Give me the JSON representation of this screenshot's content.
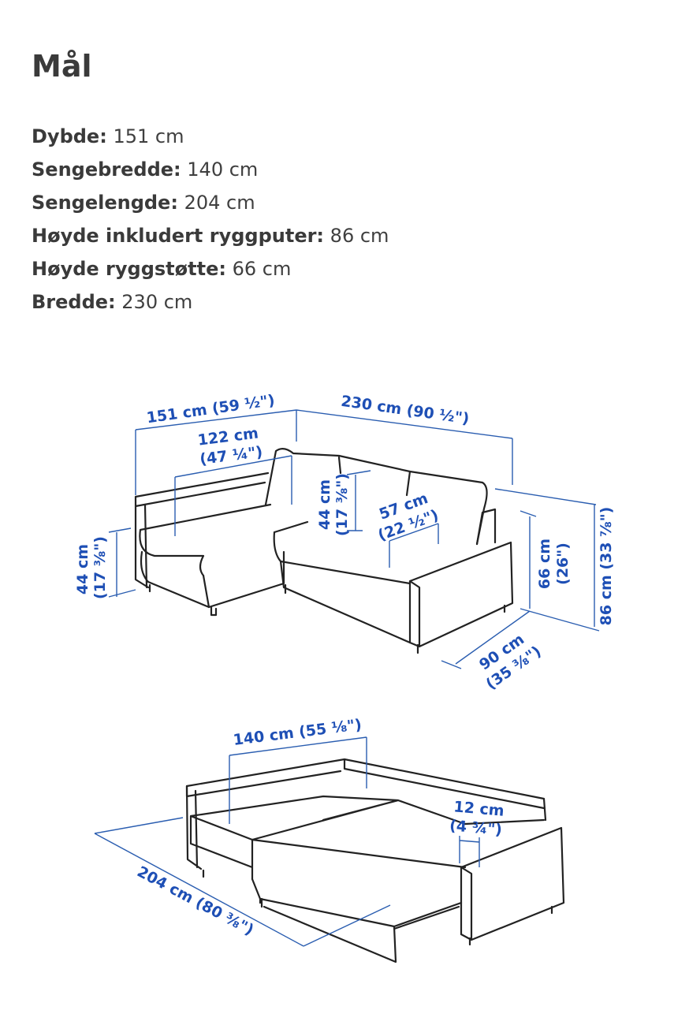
{
  "page": {
    "title": "Mål",
    "specs": [
      {
        "label": "Dybde:",
        "value": "151 cm"
      },
      {
        "label": "Sengebredde:",
        "value": "140 cm"
      },
      {
        "label": "Sengelengde:",
        "value": "204 cm"
      },
      {
        "label": "Høyde inkludert ryggputer:",
        "value": "86 cm"
      },
      {
        "label": "Høyde ryggstøtte:",
        "value": "66 cm"
      },
      {
        "label": "Bredde:",
        "value": "230 cm"
      }
    ]
  },
  "diagram": {
    "dimension_color": "#1e4fb5",
    "sofa": {
      "depth": "151 cm (59 ½\")",
      "width": "230 cm (90 ½\")",
      "chaise_seat_cm": "122 cm",
      "chaise_seat_in": "(47 ¼\")",
      "back_height_cm": "44 cm",
      "back_height_in": "(17 ⅜\")",
      "seat_depth_cm": "57 cm",
      "seat_depth_in": "(22 ½\")",
      "seat_height_cm": "44 cm",
      "seat_height_in": "(17 ⅜\")",
      "backrest_height_cm": "66 cm",
      "backrest_height_in": "(26\")",
      "total_height": "86 cm (33 ⅞\")",
      "sofa_depth_cm": "90 cm",
      "sofa_depth_in": "(35 ⅜\")"
    },
    "bed": {
      "bed_width": "140 cm (55 ⅛\")",
      "gap_cm": "12 cm",
      "gap_in": "(4 ¾\")",
      "bed_length": "204 cm (80 ⅜\")"
    }
  }
}
